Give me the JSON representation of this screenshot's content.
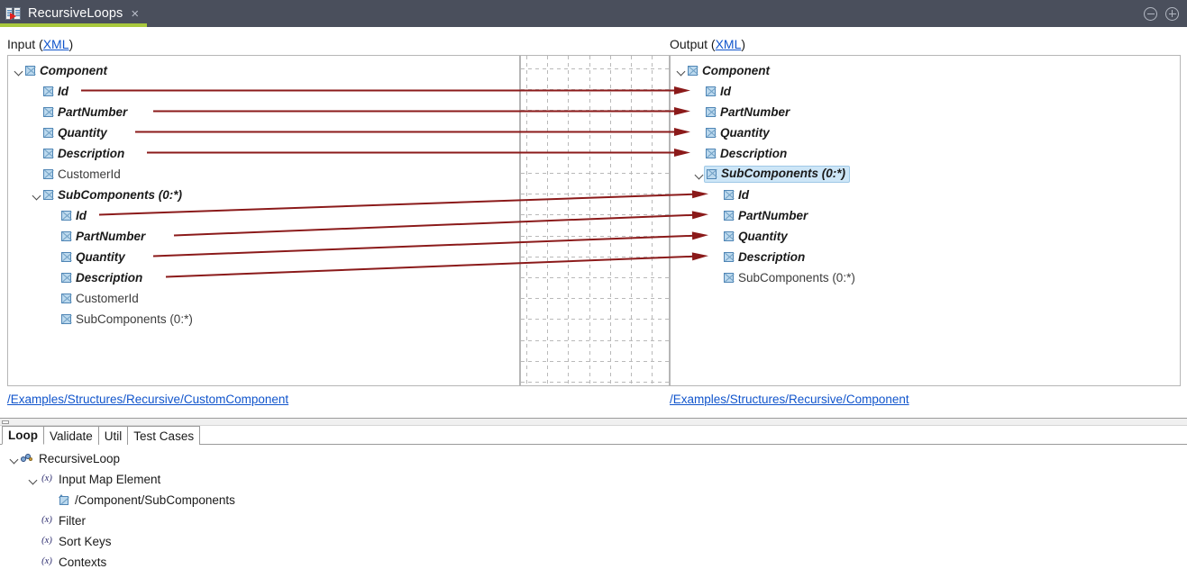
{
  "window": {
    "tab_title": "RecursiveLoops",
    "tab_icon": "mapping-transform-icon",
    "close_label": "×",
    "minimize_icon": "minus-circle-icon",
    "maximize_icon": "plus-circle-icon",
    "accent_color": "#a8c83c",
    "titlebar_color": "#4a4f5c"
  },
  "input_panel": {
    "heading_prefix": "Input (",
    "heading_link": "XML",
    "heading_suffix": ")",
    "path": "/Examples/Structures/Recursive/CustomComponent",
    "nodes": [
      {
        "label": "Component",
        "depth": 0,
        "expanded": true,
        "mapped": true,
        "icon": "xml-element-icon"
      },
      {
        "label": "Id",
        "depth": 1,
        "expanded": null,
        "mapped": true,
        "icon": "xml-element-icon"
      },
      {
        "label": "PartNumber",
        "depth": 1,
        "expanded": null,
        "mapped": true,
        "icon": "xml-element-icon"
      },
      {
        "label": "Quantity",
        "depth": 1,
        "expanded": null,
        "mapped": true,
        "icon": "xml-element-icon"
      },
      {
        "label": "Description",
        "depth": 1,
        "expanded": null,
        "mapped": true,
        "icon": "xml-element-icon"
      },
      {
        "label": "CustomerId",
        "depth": 1,
        "expanded": null,
        "mapped": false,
        "icon": "xml-element-icon"
      },
      {
        "label": "SubComponents (0:*)",
        "depth": 1,
        "expanded": true,
        "mapped": true,
        "icon": "xml-element-icon"
      },
      {
        "label": "Id",
        "depth": 2,
        "expanded": null,
        "mapped": true,
        "icon": "xml-element-icon"
      },
      {
        "label": "PartNumber",
        "depth": 2,
        "expanded": null,
        "mapped": true,
        "icon": "xml-element-icon"
      },
      {
        "label": "Quantity",
        "depth": 2,
        "expanded": null,
        "mapped": true,
        "icon": "xml-element-icon"
      },
      {
        "label": "Description",
        "depth": 2,
        "expanded": null,
        "mapped": true,
        "icon": "xml-element-icon"
      },
      {
        "label": "CustomerId",
        "depth": 2,
        "expanded": null,
        "mapped": false,
        "icon": "xml-element-icon"
      },
      {
        "label": "SubComponents (0:*)",
        "depth": 2,
        "expanded": null,
        "mapped": false,
        "icon": "xml-element-icon"
      }
    ]
  },
  "output_panel": {
    "heading_prefix": "Output (",
    "heading_link": "XML",
    "heading_suffix": ")",
    "path": "/Examples/Structures/Recursive/Component",
    "nodes": [
      {
        "label": "Component",
        "depth": 0,
        "expanded": true,
        "mapped": true,
        "selected": false,
        "icon": "xml-element-icon"
      },
      {
        "label": "Id",
        "depth": 1,
        "expanded": null,
        "mapped": true,
        "selected": false,
        "icon": "xml-element-icon"
      },
      {
        "label": "PartNumber",
        "depth": 1,
        "expanded": null,
        "mapped": true,
        "selected": false,
        "icon": "xml-element-icon"
      },
      {
        "label": "Quantity",
        "depth": 1,
        "expanded": null,
        "mapped": true,
        "selected": false,
        "icon": "xml-element-icon"
      },
      {
        "label": "Description",
        "depth": 1,
        "expanded": null,
        "mapped": true,
        "selected": false,
        "icon": "xml-element-icon"
      },
      {
        "label": "SubComponents (0:*)",
        "depth": 1,
        "expanded": true,
        "mapped": true,
        "selected": true,
        "icon": "xml-element-icon"
      },
      {
        "label": "Id",
        "depth": 2,
        "expanded": null,
        "mapped": true,
        "selected": false,
        "icon": "xml-element-icon"
      },
      {
        "label": "PartNumber",
        "depth": 2,
        "expanded": null,
        "mapped": true,
        "selected": false,
        "icon": "xml-element-icon"
      },
      {
        "label": "Quantity",
        "depth": 2,
        "expanded": null,
        "mapped": true,
        "selected": false,
        "icon": "xml-element-icon"
      },
      {
        "label": "Description",
        "depth": 2,
        "expanded": null,
        "mapped": true,
        "selected": false,
        "icon": "xml-element-icon"
      },
      {
        "label": "SubComponents (0:*)",
        "depth": 2,
        "expanded": null,
        "mapped": false,
        "selected": false,
        "icon": "xml-element-icon"
      }
    ]
  },
  "mapping": {
    "line_color": "#8b1a1a",
    "links": [
      {
        "from": "Component/Id",
        "to": "Component/Id"
      },
      {
        "from": "Component/PartNumber",
        "to": "Component/PartNumber"
      },
      {
        "from": "Component/Quantity",
        "to": "Component/Quantity"
      },
      {
        "from": "Component/Description",
        "to": "Component/Description"
      },
      {
        "from": "SubComponents/Id",
        "to": "SubComponents/Id"
      },
      {
        "from": "SubComponents/PartNumber",
        "to": "SubComponents/PartNumber"
      },
      {
        "from": "SubComponents/Quantity",
        "to": "SubComponents/Quantity"
      },
      {
        "from": "SubComponents/Description",
        "to": "SubComponents/Description"
      }
    ]
  },
  "bottom": {
    "tabs": [
      {
        "label": "Loop",
        "active": true
      },
      {
        "label": "Validate",
        "active": false
      },
      {
        "label": "Util",
        "active": false
      },
      {
        "label": "Test Cases",
        "active": false
      }
    ],
    "tree": [
      {
        "label": "RecursiveLoop",
        "depth": 0,
        "expanded": true,
        "icon": "loop-icon"
      },
      {
        "label": "Input Map Element",
        "depth": 1,
        "expanded": true,
        "icon": "function-icon"
      },
      {
        "label": "/Component/SubComponents",
        "depth": 2,
        "expanded": null,
        "icon": "xml-node-ref-icon"
      },
      {
        "label": "Filter",
        "depth": 1,
        "expanded": null,
        "icon": "function-icon"
      },
      {
        "label": "Sort Keys",
        "depth": 1,
        "expanded": null,
        "icon": "function-icon"
      },
      {
        "label": "Contexts",
        "depth": 1,
        "expanded": null,
        "icon": "function-icon"
      }
    ],
    "function_glyph": "(x)"
  }
}
